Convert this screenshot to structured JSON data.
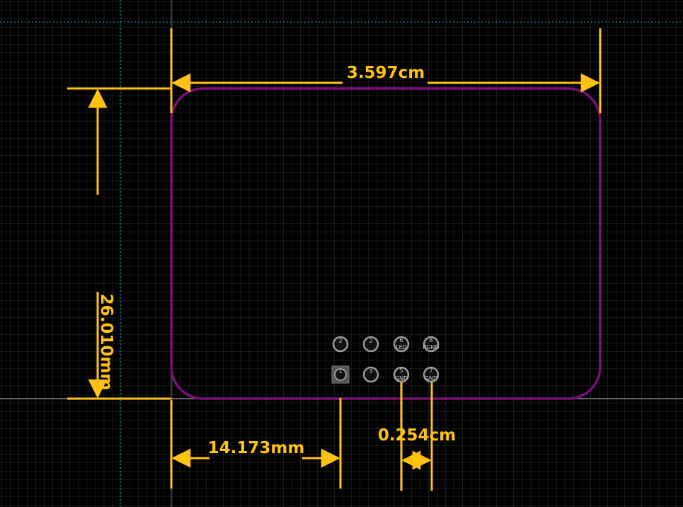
{
  "colors": {
    "background": "#000000",
    "grid": "#3a3a3a",
    "guide": "#1fb7c7",
    "board_outline": "#7a0f7a",
    "dimension": "#ffc20e",
    "pad_ring": "#9a9a9a",
    "pad_label": "#c8c8c8"
  },
  "dimensions": {
    "board_width": "3.597cm",
    "board_height": "26.010mm",
    "connector_offset": "14.173mm",
    "pin_pitch": "0.254cm"
  },
  "pads": [
    {
      "number": "2",
      "net": ""
    },
    {
      "number": "2",
      "net": ""
    },
    {
      "number": "6",
      "net": "LED"
    },
    {
      "number": "8",
      "net": "PGND"
    },
    {
      "number": "1",
      "net": ""
    },
    {
      "number": "3",
      "net": ""
    },
    {
      "number": "5",
      "net": "GND"
    },
    {
      "number": "7",
      "net": "GND"
    }
  ]
}
